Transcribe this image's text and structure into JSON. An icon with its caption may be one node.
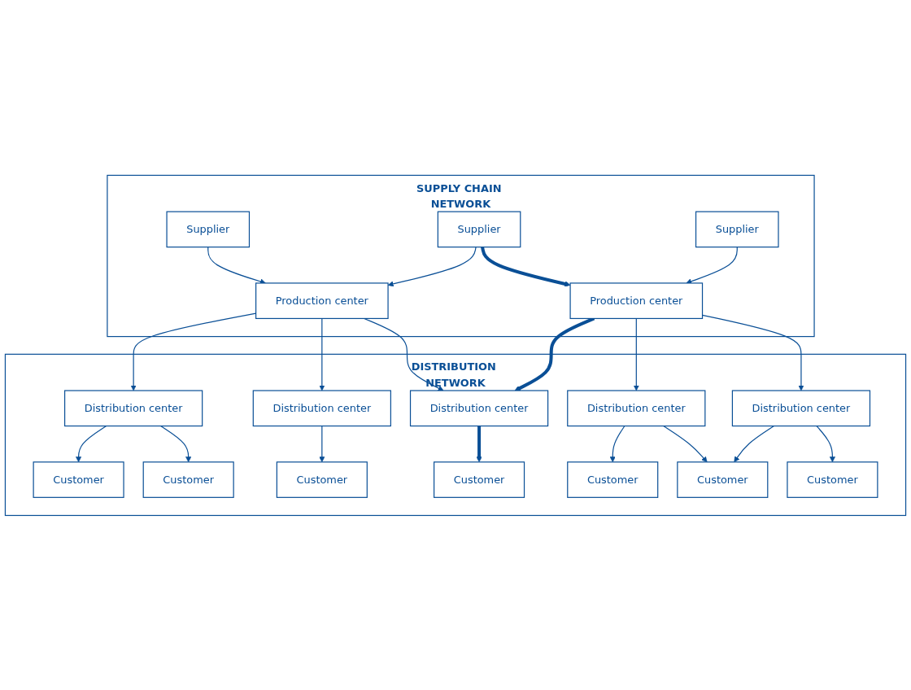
{
  "diagram": {
    "nodes": [
      {
        "text": [
          "SUPPLY CHAIN NETWORK"
        ]
      },
      {
        "text": [
          "Supplier"
        ],
        "in": 0
      },
      {
        "text": [
          "Supplier"
        ],
        "in": 0
      },
      {
        "text": [
          "Supplier"
        ],
        "in": 0
      },
      {
        "text": [
          "Production center"
        ],
        "in": 0
      },
      {
        "text": [
          "Production center"
        ],
        "in": 0
      },
      {
        "text": [
          "DISTRIBUTION NETWORK"
        ]
      },
      {
        "text": [
          "Distribution center"
        ],
        "in": 6
      },
      {
        "text": [
          "Distribution center"
        ],
        "in": 6
      },
      {
        "text": [
          "Distribution center"
        ],
        "in": 6
      },
      {
        "text": [
          "Distribution center"
        ],
        "in": 6
      },
      {
        "text": [
          "Distribution center"
        ],
        "in": 6
      },
      {
        "text": [
          "Customer"
        ],
        "in": 6
      },
      {
        "text": [
          "Customer"
        ],
        "in": 6
      },
      {
        "text": [
          "Customer"
        ],
        "in": 6
      },
      {
        "text": [
          "Customer"
        ],
        "in": 6
      },
      {
        "text": [
          "Customer"
        ],
        "in": 6
      },
      {
        "text": [
          "Customer"
        ],
        "in": 6
      },
      {
        "text": [
          "Customer"
        ],
        "in": 6
      }
    ],
    "edges": [
      {
        "from": 1,
        "to": 4,
        "arrow": "to"
      },
      {
        "from": 2,
        "to": 4,
        "arrow": "to"
      },
      {
        "from": 2,
        "to": 5,
        "arrow": "to",
        "style": "thick"
      },
      {
        "from": 3,
        "to": 5,
        "arrow": "to"
      },
      {
        "from": 4,
        "to": 7,
        "arrow": "to"
      },
      {
        "from": 4,
        "to": 8,
        "arrow": "to"
      },
      {
        "from": 4,
        "to": 9,
        "arrow": "to"
      },
      {
        "from": 5,
        "to": 9,
        "arrow": "to",
        "style": "thick"
      },
      {
        "from": 5,
        "to": 10,
        "arrow": "to"
      },
      {
        "from": 5,
        "to": 11,
        "arrow": "to"
      },
      {
        "from": 7,
        "to": 12,
        "arrow": "to"
      },
      {
        "from": 7,
        "to": 13,
        "arrow": "to"
      },
      {
        "from": 8,
        "to": 14,
        "arrow": "to"
      },
      {
        "from": 9,
        "to": 15,
        "arrow": "to",
        "style": "thick"
      },
      {
        "from": 10,
        "to": 16,
        "arrow": "to"
      },
      {
        "from": 10,
        "to": 17,
        "arrow": "to"
      },
      {
        "from": 11,
        "to": 17,
        "arrow": "to"
      },
      {
        "from": 11,
        "to": 18,
        "arrow": "to"
      }
    ]
  }
}
